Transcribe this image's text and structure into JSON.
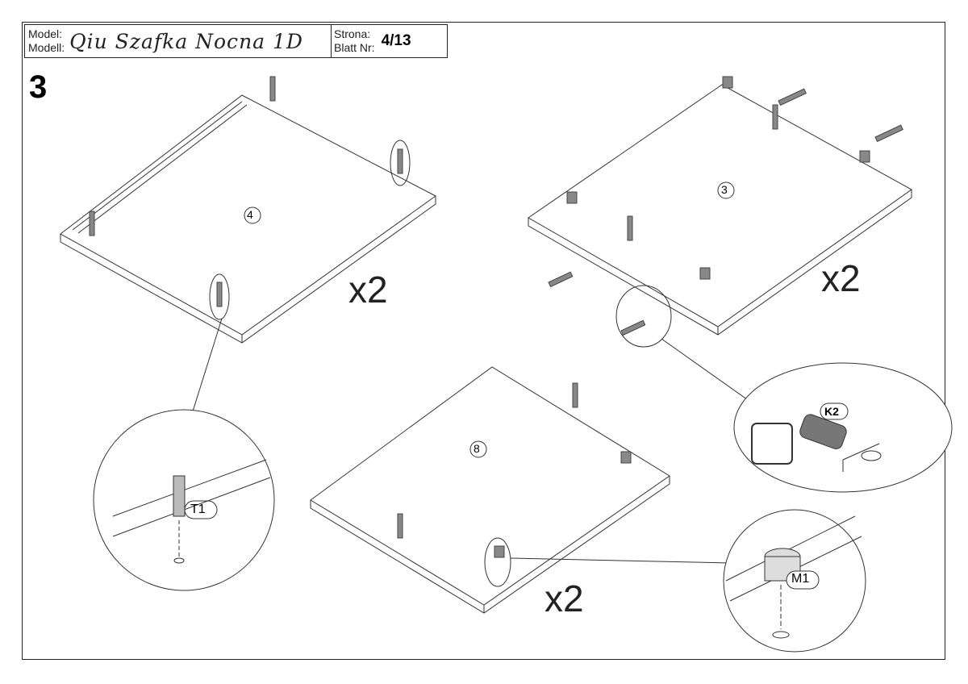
{
  "header": {
    "model_label": "Model:",
    "modell_label": "Modell:",
    "model_name": "Qiu Szafka Nocna 1D",
    "strona_label": "Strona:",
    "blatt_label": "Blatt Nr:",
    "page": "4/13"
  },
  "step_number": "3",
  "panels": [
    {
      "id": "4",
      "qty": "x2"
    },
    {
      "id": "3",
      "qty": "x2"
    },
    {
      "id": "8",
      "qty": "x2"
    }
  ],
  "details": {
    "t1": "T1",
    "k2": "K2",
    "m1": "M1"
  }
}
